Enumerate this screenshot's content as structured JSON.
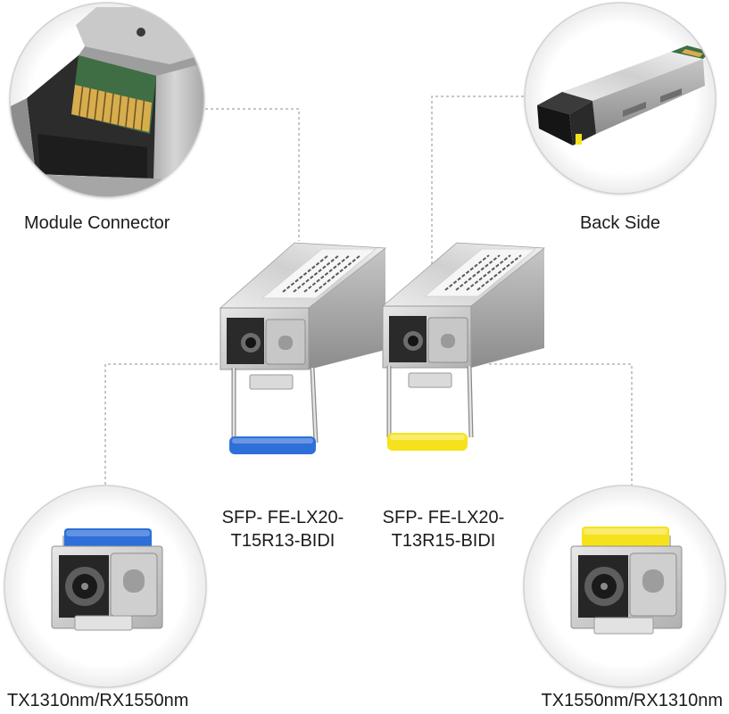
{
  "callouts": {
    "module_connector": "Module Connector",
    "back_side": "Back Side",
    "left_wavelength": "TX1310nm/RX1550nm",
    "right_wavelength": "TX1550nm/RX1310nm"
  },
  "modules": [
    {
      "model_line1": "SFP- FE-LX20-",
      "model_line2": "T15R13-BIDI",
      "handle_color": "#2e6fd9"
    },
    {
      "model_line1": "SFP- FE-LX20-",
      "model_line2": "T13R15-BIDI",
      "handle_color": "#f6e21c"
    }
  ],
  "colors": {
    "pcb": "#3f6e45",
    "contacts": "#d8ad4e",
    "leader_line": "#a8a8a8"
  }
}
